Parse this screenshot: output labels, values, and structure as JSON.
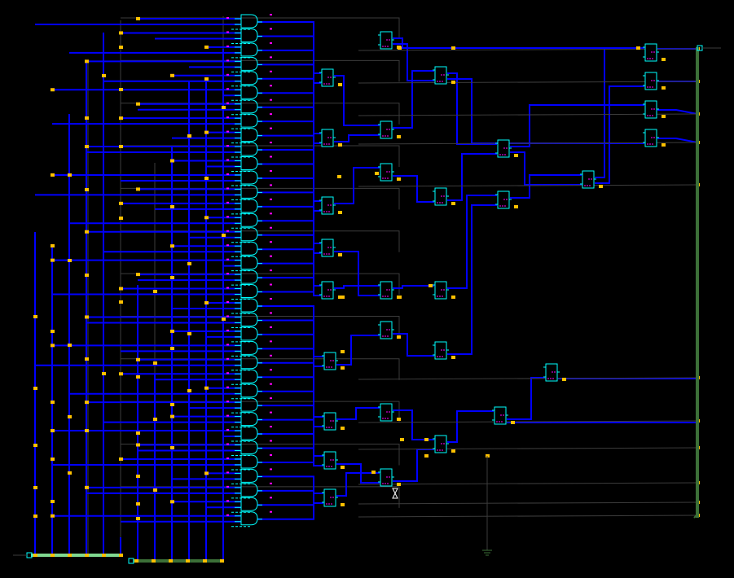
{
  "diagram": {
    "type": "logic-schematic",
    "colors": {
      "background": "#000000",
      "wire": "#0000ff",
      "thin_wire": "#3c3c3c",
      "component": "#00ffff",
      "pin_marker": "#ff00ff",
      "junction": "#ffc000",
      "input_bus": "#80d890",
      "output_bus": "#3c7038"
    },
    "components": {
      "gate": "and-gate",
      "cell": "flip-flop",
      "buffer": "bowtie-buffer",
      "ground": "ground-symbol"
    }
  }
}
